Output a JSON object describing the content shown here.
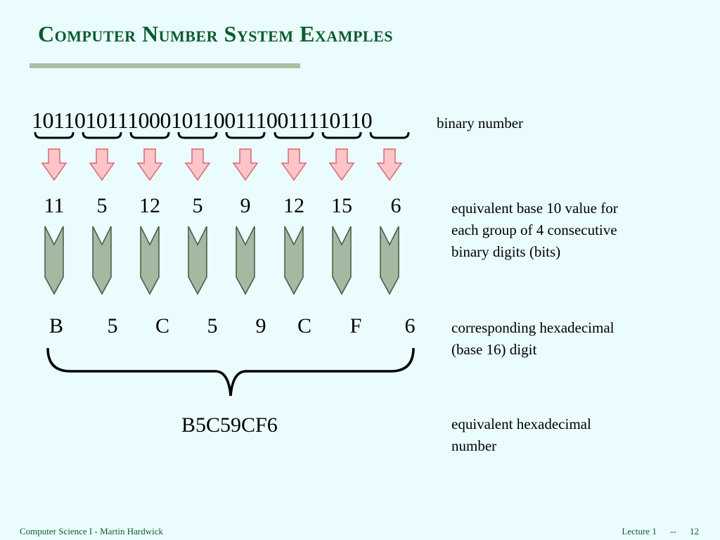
{
  "slide": {
    "title": "Computer Number System Examples",
    "binary_number": "10110101110001011001110011110110",
    "binary_label": "binary number",
    "decimal_values": [
      "11",
      "5",
      "12",
      "5",
      "9",
      "12",
      "15",
      "6"
    ],
    "decimal_label_lines": [
      "equivalent base 10 value for",
      "each group of 4 consecutive",
      "binary digits (bits)"
    ],
    "hex_digits": [
      "B",
      "5",
      "C",
      "5",
      "9",
      "C",
      "F",
      "6"
    ],
    "hex_label_lines": [
      "corresponding hexadecimal",
      "(base 16) digit"
    ],
    "hex_result": "B5C59CF6",
    "hex_result_label_lines": [
      "equivalent hexadecimal",
      "number"
    ]
  },
  "footer": {
    "left": "Computer Science I - Martin Hardwick",
    "lecture": "Lecture 1",
    "separator": "--",
    "page": "12"
  },
  "colors": {
    "title": "#0b5a2e",
    "rule": "#a9c0a2",
    "pink_arrow_fill": "#ffc4c8",
    "pink_arrow_stroke": "#d9686e",
    "green_arrow_fill": "#a5b8a1",
    "green_arrow_stroke": "#3f5b45",
    "background": "#eafcfd"
  },
  "icons": {
    "group_arrow": "down-arrow-icon",
    "convert_arrow": "chevron-down-arrow-icon",
    "brace": "curly-brace-icon"
  }
}
